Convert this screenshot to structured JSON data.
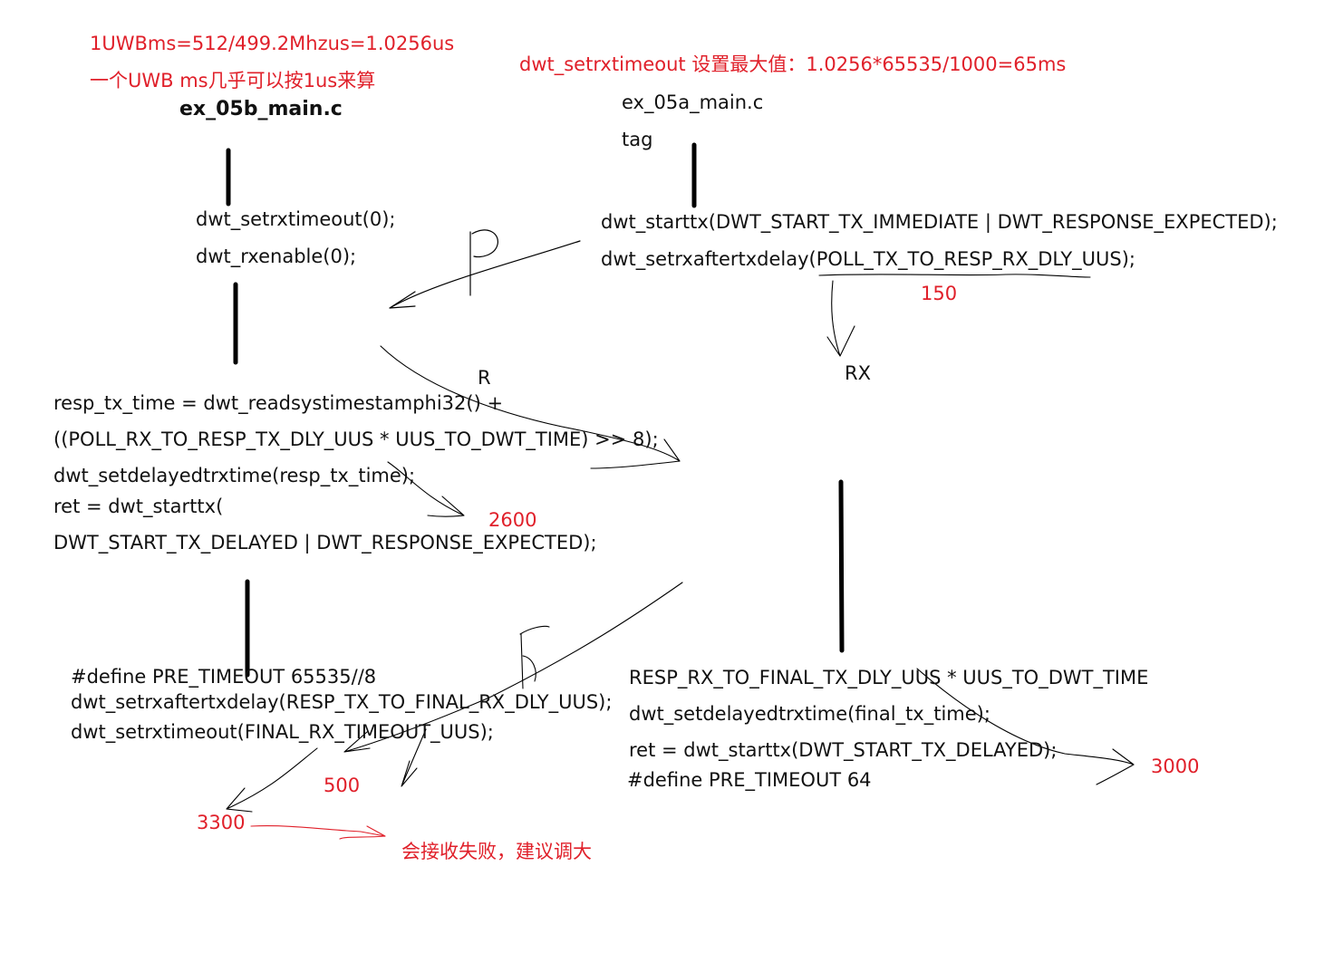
{
  "notes": {
    "uwb_ms": "1UWBms=512/499.2Mhzus=1.0256us",
    "uwb_ms_cn": "一个UWB ms几乎可以按1us来算",
    "max_timeout": "dwt_setrxtimeout 设置最大值：1.0256*65535/1000=65ms"
  },
  "left": {
    "file": "ex_05b_main.c",
    "block1": [
      "dwt_setrxtimeout(0);",
      "dwt_rxenable(0);"
    ],
    "block2": [
      "resp_tx_time =    dwt_readsystimestamphi32()   +",
      " ((POLL_RX_TO_RESP_TX_DLY_UUS * UUS_TO_DWT_TIME) >> 8);",
      "dwt_setdelayedtrxtime(resp_tx_time);",
      "ret = dwt_starttx(",
      "DWT_START_TX_DELAYED | DWT_RESPONSE_EXPECTED);"
    ],
    "block3": [
      "#define PRE_TIMEOUT 65535//8",
      " dwt_setrxaftertxdelay(RESP_TX_TO_FINAL_RX_DLY_UUS);",
      " dwt_setrxtimeout(FINAL_RX_TIMEOUT_UUS);"
    ]
  },
  "right": {
    "file": "ex_05a_main.c",
    "role": "tag",
    "block1": [
      "dwt_starttx(DWT_START_TX_IMMEDIATE | DWT_RESPONSE_EXPECTED);",
      "dwt_setrxaftertxdelay(POLL_TX_TO_RESP_RX_DLY_UUS);"
    ],
    "block2": [
      "RESP_RX_TO_FINAL_TX_DLY_UUS * UUS_TO_DWT_TIME",
      "dwt_setdelayedtrxtime(final_tx_time);",
      "ret = dwt_starttx(DWT_START_TX_DELAYED);",
      "#define PRE_TIMEOUT 64"
    ]
  },
  "labels": {
    "p": "P",
    "r": "R",
    "rx": "RX",
    "v150": "150",
    "v2600": "2600",
    "v500": "500",
    "v3300": "3300",
    "v3000": "3000",
    "fail_note": "会接收失败，建议调大"
  }
}
